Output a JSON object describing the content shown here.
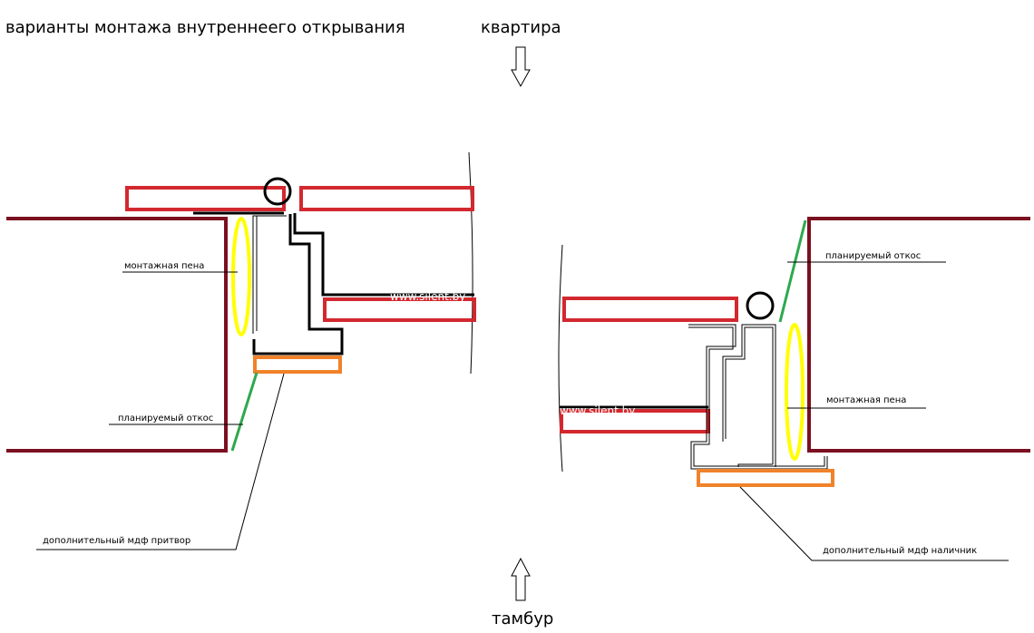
{
  "title": "варианты монтажа внутреннеего открывания",
  "top_label": "квартира",
  "bottom_label": "тамбур",
  "watermark": "www.silent.by",
  "left_variant": {
    "foam_label": "монтажная пена",
    "slope_label": "планируемый откос",
    "mdf_label": "дополнительный мдф притвор"
  },
  "right_variant": {
    "slope_label": "планируемый откос",
    "foam_label": "монтажная пена",
    "mdf_label": "дополнительный мдф наличник"
  },
  "colors": {
    "wall": "#7b1020",
    "door_leaf": "#d3282f",
    "foam": "#ffff00",
    "slope": "#2fa84f",
    "mdf": "#f0822a",
    "seal": "#000000"
  },
  "icons": {
    "top_arrow": "arrow-down-outline",
    "bottom_arrow": "arrow-up-outline"
  }
}
